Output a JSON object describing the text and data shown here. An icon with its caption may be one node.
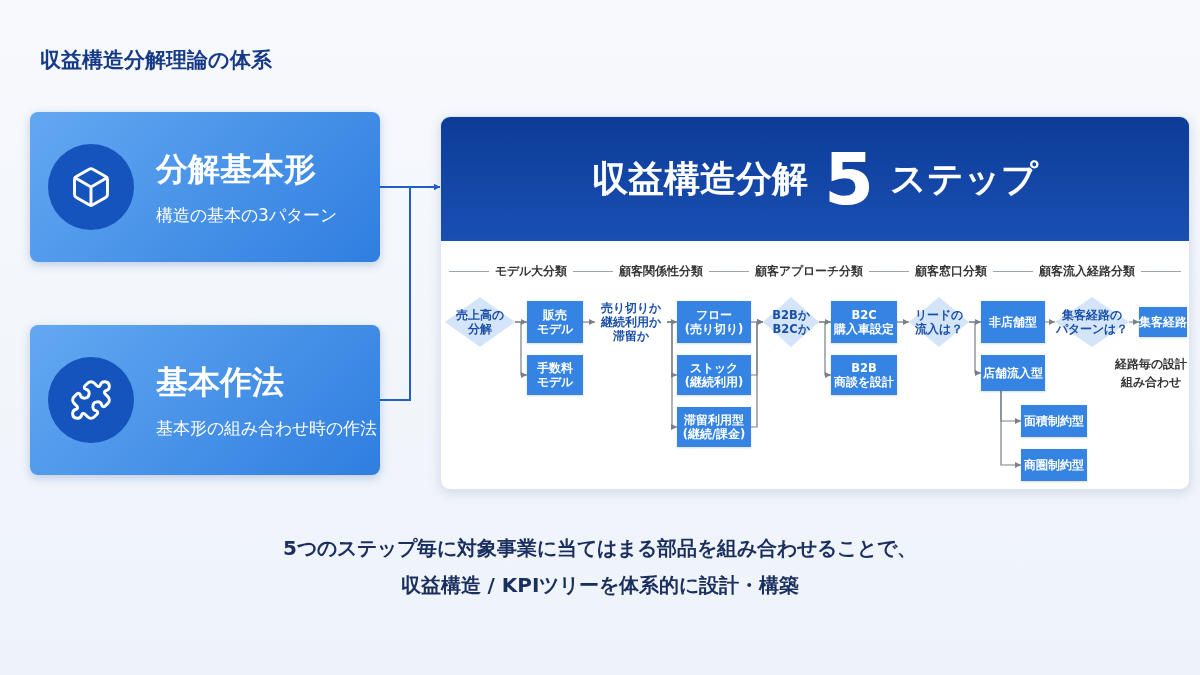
{
  "diagram": {
    "title": "収益構造分解理論の体系",
    "caption": "5つのステップ毎に対象事業に当てはまる部品を組み合わせることで、収益構造 / KPIツリーを体系的に設計・構築",
    "nodes": [
      {
        "text": [
          "分解基本形",
          "構造の基本の3パターン"
        ]
      },
      {
        "text": [
          "基本作法",
          "基本形の組み合わせ時の作法"
        ]
      },
      {
        "text": [
          "収益構造分解",
          "5",
          "ステップ"
        ]
      },
      {
        "text": [
          "売上高の分解"
        ],
        "in": 2
      },
      {
        "text": [
          "販売モデル"
        ],
        "in": 2
      },
      {
        "text": [
          "手数料モデル"
        ],
        "in": 2
      },
      {
        "text": [
          "売り切りか継続利用か滞留か"
        ],
        "in": 2
      },
      {
        "text": [
          "フロー(売り切り)"
        ],
        "in": 2
      },
      {
        "text": [
          "ストック(継続利用)"
        ],
        "in": 2
      },
      {
        "text": [
          "滞留利用型(継続/課金)"
        ],
        "in": 2
      },
      {
        "text": [
          "B2BかB2Cか"
        ],
        "in": 2
      },
      {
        "text": [
          "B2C",
          "購入車設定"
        ],
        "in": 2
      },
      {
        "text": [
          "B2B",
          "商談を設計"
        ],
        "in": 2
      },
      {
        "text": [
          "リードの流入は？"
        ],
        "in": 2
      },
      {
        "text": [
          "非店舗型"
        ],
        "in": 2
      },
      {
        "text": [
          "店舗流入型"
        ],
        "in": 2
      },
      {
        "text": [
          "面積制約型"
        ],
        "in": 2
      },
      {
        "text": [
          "商圏制約型"
        ],
        "in": 2
      },
      {
        "text": [
          "集客経路のパターンは？"
        ],
        "in": 2
      },
      {
        "text": [
          "集客経路"
        ],
        "in": 2
      }
    ],
    "edges": [
      {
        "from": 0,
        "to": 2,
        "arrow": "to",
        "color": "#1f5fc8"
      },
      {
        "from": 1,
        "to": 2,
        "arrow": "to",
        "color": "#1f5fc8"
      },
      {
        "from": 3,
        "to": 4,
        "arrow": "to"
      },
      {
        "from": 3,
        "to": 5,
        "arrow": "to"
      },
      {
        "from": 4,
        "to": 6,
        "arrow": "to"
      },
      {
        "from": 6,
        "to": 7,
        "arrow": "to"
      },
      {
        "from": 6,
        "to": 8,
        "arrow": "to"
      },
      {
        "from": 6,
        "to": 9,
        "arrow": "to"
      },
      {
        "from": 7,
        "to": 10,
        "arrow": "to"
      },
      {
        "from": 8,
        "to": 10,
        "arrow": "to"
      },
      {
        "from": 9,
        "to": 10,
        "arrow": "to"
      },
      {
        "from": 10,
        "to": 11,
        "arrow": "to"
      },
      {
        "from": 10,
        "to": 12,
        "arrow": "to"
      },
      {
        "from": 11,
        "to": 13,
        "arrow": "to"
      },
      {
        "from": 13,
        "to": 14,
        "arrow": "to"
      },
      {
        "from": 13,
        "to": 15,
        "arrow": "to"
      },
      {
        "from": 15,
        "to": 16,
        "arrow": "to"
      },
      {
        "from": 15,
        "to": 17,
        "arrow": "to"
      },
      {
        "from": 14,
        "to": 18,
        "arrow": "to"
      },
      {
        "from": 18,
        "to": 19,
        "arrow": "to"
      }
    ],
    "labels": [
      "モデル大分類",
      "顧客関係性分類",
      "顧客アプローチ分類",
      "顧客窓口分類",
      "顧客流入経路分類",
      "経路毎の設計組み合わせ"
    ]
  }
}
